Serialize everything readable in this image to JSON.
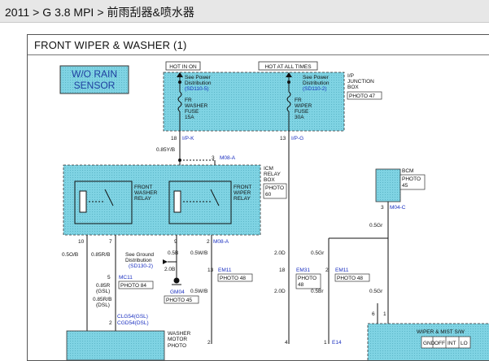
{
  "breadcrumb": {
    "year": "2011",
    "model": "G 3.8 MPI",
    "section": "前雨刮器&喷水器",
    "separator": ">"
  },
  "diagram": {
    "title": "FRONT WIPER & WASHER (1)",
    "variant_box": [
      "W/O RAIN",
      "SENSOR"
    ],
    "labels": {
      "hot_in_on": "HOT IN ON",
      "hot_at_all_times": "HOT AT ALL TIMES",
      "ip_junction_box": [
        "I/P",
        "JUNCTION",
        "BOX"
      ],
      "ip_junction_photo": "PHOTO 47",
      "see_power_1": [
        "See Power",
        "Distribution"
      ],
      "see_power_1_ref": "(SD110-5)",
      "see_power_2": [
        "See Power",
        "Distribution"
      ],
      "see_power_2_ref": "(SD110-2)",
      "fuse_1": [
        "FR",
        "WASHER",
        "FUSE",
        "15A"
      ],
      "fuse_2": [
        "FR",
        "WIPER",
        "FUSE",
        "30A"
      ],
      "pin_ipk": "18",
      "conn_ipk": "I/P-K",
      "pin_ipg": "13",
      "conn_ipg": "I/P-G",
      "wire_085yb": "0.85Y/B",
      "pin_3": "3",
      "conn_m08a": "M08-A",
      "icm_relay_box": [
        "ICM",
        "RELAY",
        "BOX"
      ],
      "icm_photo": "PHOTO",
      "icm_photo_num": "60",
      "front_washer_relay": [
        "FRONT",
        "WASHER",
        "RELAY"
      ],
      "front_wiper_relay": [
        "FRONT",
        "WIPER",
        "RELAY"
      ],
      "bcm": "BCM",
      "bcm_photo": [
        "PHOTO",
        "45"
      ],
      "bcm_pin": "3",
      "bcm_conn": "M04-C",
      "wire_05gr_a": "0.5Gr",
      "pin_10": "10",
      "pin_7": "7",
      "pin_9": "9",
      "pin_2a": "2",
      "conn_m08a_2": "M08-A",
      "wire_05ob": "0.5O/B",
      "wire_085rb": "0.85R/B",
      "see_ground": [
        "See Ground",
        "Distribution"
      ],
      "see_ground_ref": "(SD130-2)",
      "wire_05b": "0.5B",
      "wire_05wb_a": "0.5W/B",
      "wire_20d": "2.0D",
      "wire_05gr_b": "0.5Gr",
      "wire_20b": "2.0B",
      "pin_5": "5",
      "conn_mc11": "MC11",
      "photo_84": "PHOTO 84",
      "pin_13_em11": "13",
      "conn_em11": "EM11",
      "photo_48_a": "PHOTO 48",
      "pin_18_em31": "18",
      "conn_em31": "EM31",
      "photo_48_em31": [
        "PHOTO",
        "48"
      ],
      "pin_2_em11": "2",
      "conn_em11_b": "EM11",
      "photo_48_b": "PHOTO 48",
      "ground_gm04": "GM04",
      "photo_45": "PHOTO 45",
      "wire_085r_gsl": [
        "0.85R",
        "(GSL)"
      ],
      "wire_085rb_dsl": [
        "0.85R/B",
        "(DSL)"
      ],
      "wire_05wb_b": "0.5W/B",
      "wire_20d_b": "2.0D",
      "wire_05br": "0.5Br",
      "wire_05gr_c": "0.5Gr",
      "conn_clg54": "CLG54(GSL)",
      "conn_cgd54": "CGD54(DSL)",
      "pin_2_cl": "2",
      "washer_motor": [
        "WASHER",
        "MOTOR"
      ],
      "washer_photo": "PHOTO",
      "pin_2_bot": "2",
      "pin_4_bot": "4",
      "pin_1_bot": "1",
      "conn_e14": "E14",
      "pin_6": "6",
      "pin_1_sw": "1",
      "wiper_mist_sw": "WIPER & MIST S/W",
      "sw_gnd": "GND",
      "sw_off": "OFF",
      "sw_int": "INT",
      "sw_lo": "LO"
    }
  },
  "colors": {
    "shaded_box": "#7fd3e3",
    "wire_blue_label": "#1a2fc0",
    "variant_box_text": "#1f3fa0"
  }
}
